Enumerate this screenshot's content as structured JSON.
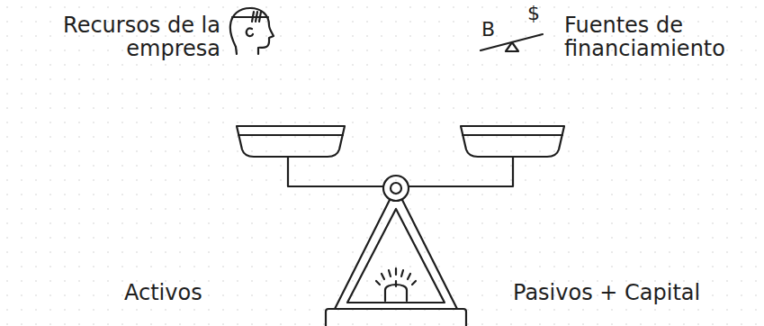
{
  "diagram": {
    "labels": [
      "Recursos de la empresa",
      "Fuentes de financiamiento",
      "Activos",
      "Pasivos + Capital",
      "B",
      "$"
    ]
  }
}
